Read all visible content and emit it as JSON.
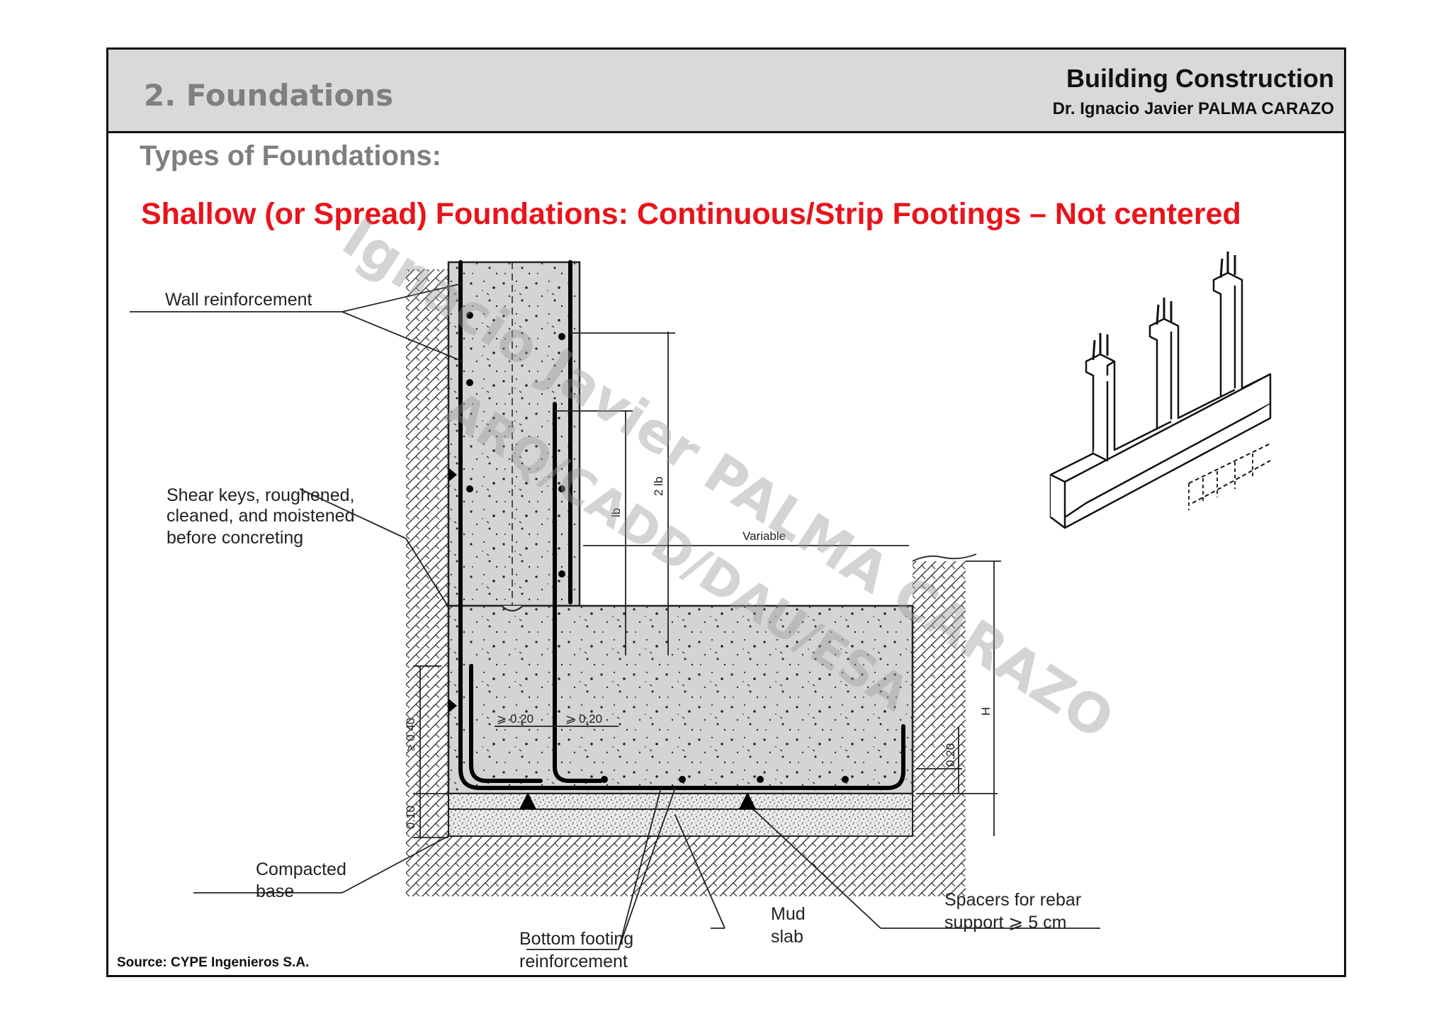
{
  "header": {
    "section_title": "2. Foundations",
    "course_title": "Building Construction",
    "author_prefix": "Dr. Ignacio Javier ",
    "author_surname_1": "Palma",
    "author_surname_2": "Carazo"
  },
  "slide": {
    "subtitle": "Types of Foundations:",
    "heading": "Shallow (or Spread) Foundations: Continuous/Strip Footings – Not centered",
    "source": "Source: CYPE Ingenieros S.A."
  },
  "diagram": {
    "labels": {
      "wall_reinforcement": "Wall reinforcement",
      "shear_keys_1": "Shear keys, roughened,",
      "shear_keys_2": "cleaned, and moistened",
      "shear_keys_3": "before concreting",
      "compacted_1": "Compacted",
      "compacted_2": "base",
      "bottom_1": "Bottom footing",
      "bottom_2": "reinforcement",
      "mud_1": "Mud",
      "mud_2": "slab",
      "spacers_1": "Spacers for rebar",
      "spacers_2": "support ⩾ 5 cm"
    },
    "dimensions": {
      "variable": "Variable",
      "lb": "lb",
      "two_lb": "2 lb",
      "min_040": "≥ 0.40",
      "min_020a": "⩾ 0.20",
      "min_020b": "⩾ 0.20",
      "d020": "0.20",
      "d010": "0.10",
      "h": "H"
    }
  },
  "watermark": {
    "line1": "Ignacio Javier PALMA CARAZO",
    "line2": "ARQ/CADD/DAU/ESA"
  },
  "colors": {
    "heading": "#e8141b",
    "header_bg": "#d9d9d9",
    "section_title": "#7f7f7f",
    "concrete": "#d4d4d4"
  }
}
